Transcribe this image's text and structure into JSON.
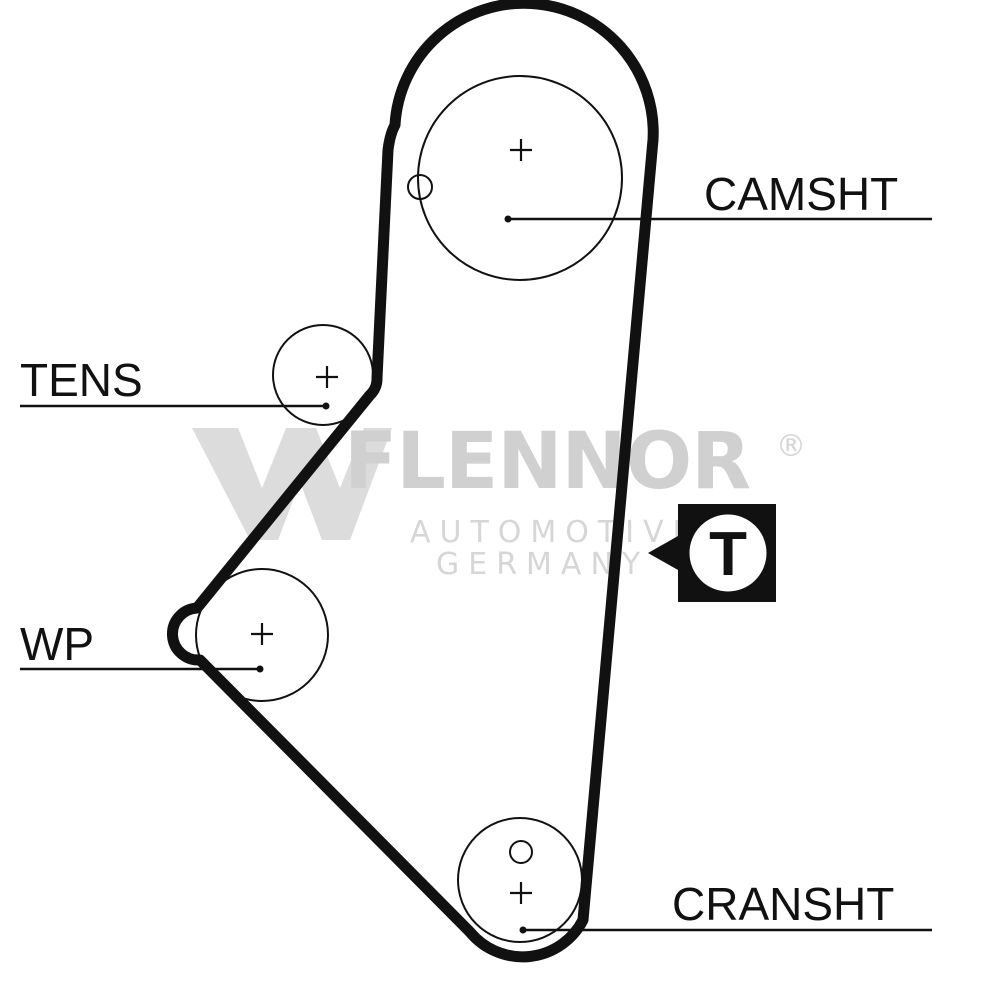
{
  "watermark": {
    "brand": "FLENNOR",
    "registered": "®",
    "line1": "AUTOMOTIVE",
    "line2": "GERMANY"
  },
  "labels": {
    "camshaft": "CAMSHT",
    "tensioner": "TENS",
    "water_pump": "WP",
    "crankshaft": "CRANSHT"
  },
  "tension_badge": {
    "letter": "T"
  },
  "colors": {
    "belt": "#111111",
    "text": "#111111",
    "watermark": "#d0d0d0",
    "background": "#ffffff"
  }
}
